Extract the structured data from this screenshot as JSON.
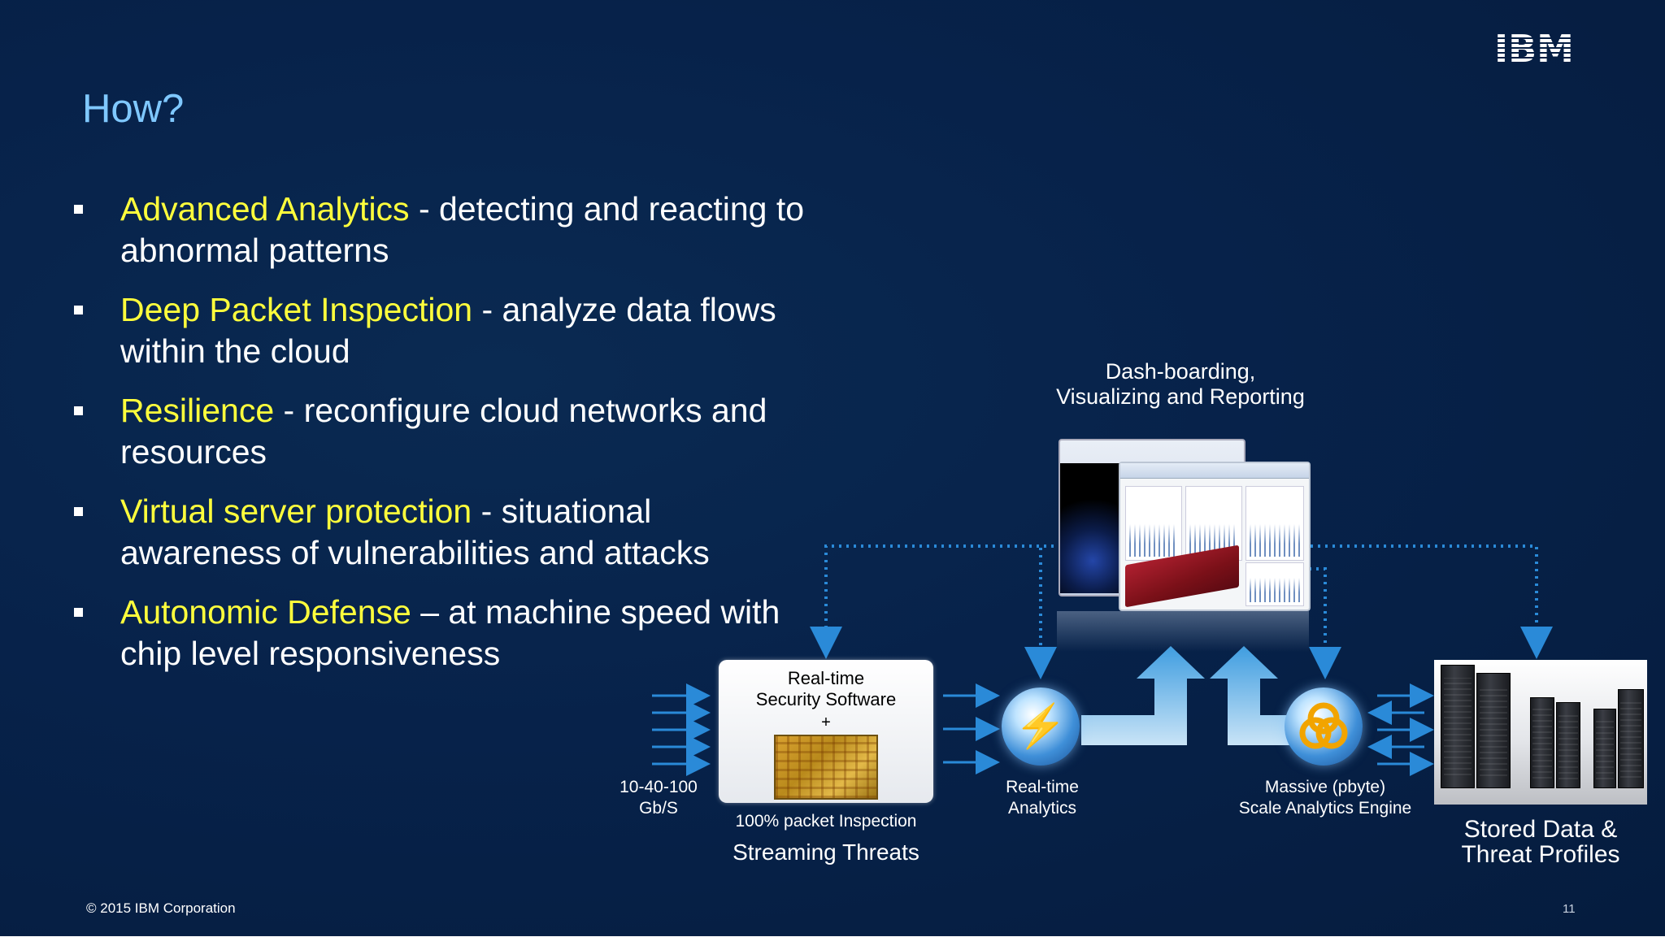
{
  "slide": {
    "title": "How?",
    "logo": "IBM",
    "bullets": [
      {
        "highlight": "Advanced Analytics",
        "rest": " - detecting and reacting to abnormal patterns"
      },
      {
        "highlight": "Deep Packet Inspection",
        "rest": " - analyze data flows within the cloud"
      },
      {
        "highlight": "Resilience",
        "rest": " - reconfigure cloud networks and resources"
      },
      {
        "highlight": "Virtual server protection",
        "rest": " - situational awareness of vulnerabilities and attacks"
      },
      {
        "highlight": "Autonomic Defense",
        "rest": " – at machine speed with chip level responsiveness"
      }
    ],
    "diagram": {
      "dashboard_label_1": "Dash-boarding,",
      "dashboard_label_2": "Visualizing and Reporting",
      "box_line_1": "Real-time",
      "box_line_2": "Security Software",
      "box_plus": "+",
      "throughput_1": "10-40-100",
      "throughput_2": "Gb/S",
      "packet_inspection": "100% packet Inspection",
      "streaming_threats": "Streaming Threats",
      "rt_analytics_1": "Real-time",
      "rt_analytics_2": "Analytics",
      "massive_1": "Massive (pbyte)",
      "massive_2": "Scale Analytics Engine",
      "stored_1": "Stored Data &",
      "stored_2": "Threat Profiles"
    },
    "footer": {
      "copyright": "© 2015 IBM Corporation",
      "page_number": "11"
    },
    "colors": {
      "background": "#07224a",
      "title": "#7fc8ff",
      "highlight": "#ffff3c",
      "arrow": "#2a8ad8"
    }
  }
}
